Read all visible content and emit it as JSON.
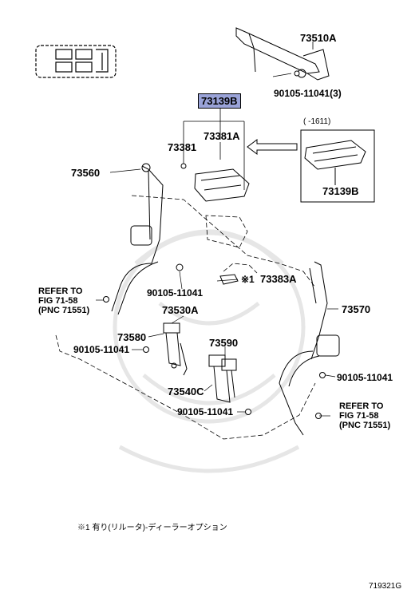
{
  "labels": {
    "p73510A": "73510A",
    "p90105_3": "90105-11041(3)",
    "p73139B": "73139B",
    "p73381A": "73381A",
    "p73381": "73381",
    "p73560": "73560",
    "p90105_a": "90105-11041",
    "mark1": "※1",
    "p73383A": "73383A",
    "p73570": "73570",
    "p73530A": "73530A",
    "p73580": "73580",
    "p90105_b": "90105-11041",
    "p73590": "73590",
    "p73540C": "73540C",
    "p90105_c": "90105-11041",
    "p90105_d": "90105-11041",
    "inset_date": "(      -1611)",
    "inset_part": "73139B"
  },
  "refer_left": [
    "REFER TO",
    "FIG 71-58",
    "(PNC 71551)"
  ],
  "refer_right": [
    "REFER TO",
    "FIG 71-58",
    "(PNC 71551)"
  ],
  "footnote": "※1  有り(リルータ)-ディーラーオプション",
  "diagram_code": "719321G",
  "colors": {
    "highlight": "#9aa3d8",
    "line": "#000000",
    "watermark": "#e6e6e6"
  },
  "icons": [
    "vehicle-seat-layout-icon"
  ]
}
